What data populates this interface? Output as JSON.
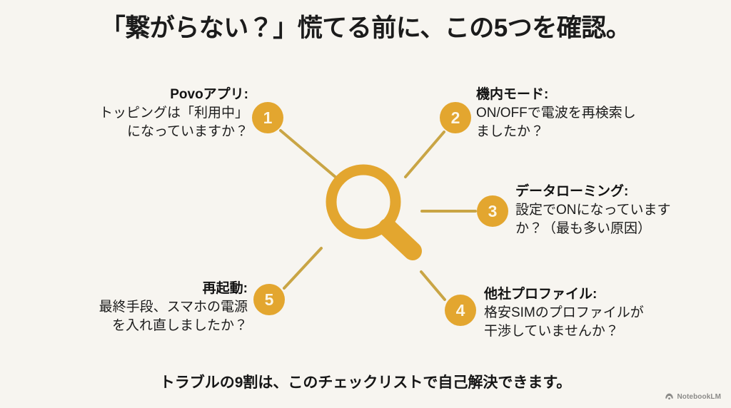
{
  "slide": {
    "title": "「繋がらない？」慌てる前に、この5つを確認。",
    "footer_note": "トラブルの9割は、このチェックリストで自己解決できます。",
    "background_color": "#f7f5f0",
    "accent_color": "#e3a62f",
    "connector_color": "#c9a545",
    "text_color": "#1a1a1a",
    "center_icon": "magnifier-icon"
  },
  "items": [
    {
      "number": "1",
      "heading": "Povoアプリ:",
      "body": "トッピングは「利用中」\nになっていますか？",
      "side": "left"
    },
    {
      "number": "2",
      "heading": "機内モード:",
      "body": "ON/OFFで電波を再検索し\nましたか？",
      "side": "right"
    },
    {
      "number": "3",
      "heading": "データローミング:",
      "body": "設定でONになっています\nか？（最も多い原因）",
      "side": "right"
    },
    {
      "number": "4",
      "heading": "他社プロファイル:",
      "body": "格安SIMのプロファイルが\n干渉していませんか？",
      "side": "right"
    },
    {
      "number": "5",
      "heading": "再起動:",
      "body": "最終手段、スマホの電源\nを入れ直しましたか？",
      "side": "left"
    }
  ],
  "watermark": {
    "label": "NotebookLM",
    "icon": "notebooklm-logo-icon"
  }
}
